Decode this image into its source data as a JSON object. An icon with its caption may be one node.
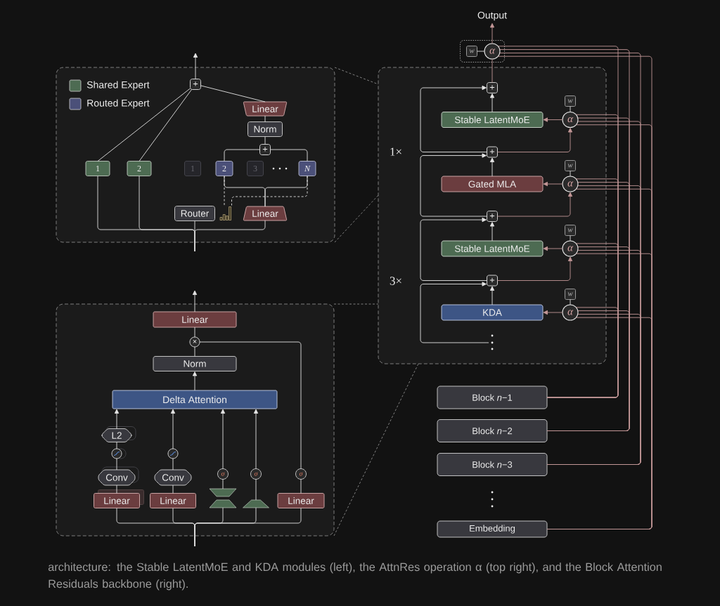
{
  "diagram": {
    "caption": "architecture: the Stable LatentMoE and KDA modules (left), the AttnRes operation α (top right), and the Block Attention Residuals backbone (right).",
    "nodes": [
      {
        "text": [],
        "shape": "box"
      },
      {
        "text": [
          "+"
        ],
        "in": 0
      },
      {
        "text": [
          "1"
        ],
        "in": 0
      },
      {
        "text": [
          "2"
        ],
        "in": 0
      },
      {
        "text": [
          "1"
        ],
        "in": 0
      },
      {
        "text": [
          "2"
        ],
        "in": 0
      },
      {
        "text": [
          "3"
        ],
        "in": 0
      },
      {
        "text": [
          "N"
        ],
        "in": 0
      },
      {
        "text": [
          "+"
        ],
        "in": 0
      },
      {
        "text": [
          "Norm"
        ],
        "in": 0
      },
      {
        "text": [
          "Linear"
        ],
        "in": 0
      },
      {
        "text": [
          "Router"
        ],
        "in": 0
      },
      {
        "text": [],
        "shape": "picture",
        "in": 0
      },
      {
        "text": [
          "Linear"
        ],
        "in": 0
      },
      {
        "text": [],
        "shape": "box"
      },
      {
        "text": [
          "Linear"
        ],
        "in": 14
      },
      {
        "text": [
          "×"
        ],
        "in": 14
      },
      {
        "text": [
          "Norm"
        ],
        "in": 14
      },
      {
        "text": [
          "Delta Attention"
        ],
        "in": 14
      },
      {
        "text": [
          "L2"
        ],
        "in": 14
      },
      {
        "text": [],
        "shape": "circle",
        "in": 14
      },
      {
        "text": [
          "Conv"
        ],
        "in": 14
      },
      {
        "text": [
          "Linear"
        ],
        "in": 14
      },
      {
        "text": [],
        "shape": "circle",
        "in": 14
      },
      {
        "text": [
          "Conv"
        ],
        "in": 14
      },
      {
        "text": [
          "Linear"
        ],
        "in": 14
      },
      {
        "text": [
          "σ"
        ],
        "in": 14
      },
      {
        "text": [],
        "shape": "hourglass",
        "in": 14
      },
      {
        "text": [
          "σ"
        ],
        "in": 14
      },
      {
        "text": [],
        "shape": "trapezoid",
        "in": 14
      },
      {
        "text": [
          "σ"
        ],
        "in": 14
      },
      {
        "text": [
          "Linear"
        ],
        "in": 14
      },
      {
        "text": [
          "Output"
        ]
      },
      {
        "text": [],
        "shape": "box"
      },
      {
        "text": [
          "w"
        ],
        "in": 33
      },
      {
        "text": [
          "α"
        ],
        "in": 33
      },
      {
        "text": [],
        "shape": "box"
      },
      {
        "text": [
          "+"
        ],
        "in": 36
      },
      {
        "text": [
          "w"
        ],
        "in": 36
      },
      {
        "text": [
          "Stable LatentMoE"
        ],
        "in": 36
      },
      {
        "text": [
          "α"
        ],
        "in": 36
      },
      {
        "text": [
          "+"
        ],
        "in": 36
      },
      {
        "text": [
          "w"
        ],
        "in": 36
      },
      {
        "text": [
          "Gated MLA"
        ],
        "in": 36
      },
      {
        "text": [
          "α"
        ],
        "in": 36
      },
      {
        "text": [
          "+"
        ],
        "in": 36
      },
      {
        "text": [
          "w"
        ],
        "in": 36
      },
      {
        "text": [
          "Stable LatentMoE"
        ],
        "in": 36
      },
      {
        "text": [
          "α"
        ],
        "in": 36
      },
      {
        "text": [
          "+"
        ],
        "in": 36
      },
      {
        "text": [
          "w"
        ],
        "in": 36
      },
      {
        "text": [
          "KDA"
        ],
        "in": 36
      },
      {
        "text": [
          "α"
        ],
        "in": 36
      },
      {
        "text": [
          "Block *n*−1"
        ]
      },
      {
        "text": [
          "Block *n*−2"
        ]
      },
      {
        "text": [
          "Block *n*−3"
        ]
      },
      {
        "text": [
          "Embedding"
        ]
      }
    ],
    "edges": [
      {
        "from": null,
        "to": 11,
        "arrow": "none"
      },
      {
        "from": null,
        "to": 2,
        "arrow": "none"
      },
      {
        "from": null,
        "to": 3,
        "arrow": "none"
      },
      {
        "from": null,
        "to": 13,
        "arrow": "none"
      },
      {
        "from": 2,
        "to": 1,
        "arrow": "none"
      },
      {
        "from": 3,
        "to": 1,
        "arrow": "none"
      },
      {
        "from": 10,
        "to": 1,
        "arrow": "none"
      },
      {
        "from": 9,
        "to": 10,
        "arrow": "none"
      },
      {
        "from": 8,
        "to": 9,
        "arrow": "none"
      },
      {
        "from": 5,
        "to": 8,
        "arrow": "none"
      },
      {
        "from": 7,
        "to": 8,
        "arrow": "none"
      },
      {
        "from": 13,
        "to": 5,
        "arrow": "none"
      },
      {
        "from": 13,
        "to": 7,
        "arrow": "none"
      },
      {
        "from": 5,
        "to": 12,
        "arrow": "none",
        "style": "dashed"
      },
      {
        "from": 7,
        "to": 12,
        "arrow": "none",
        "style": "dashed"
      },
      {
        "from": 1,
        "to": null,
        "arrow": "to"
      },
      {
        "from": null,
        "to": 22,
        "arrow": "none"
      },
      {
        "from": null,
        "to": 25,
        "arrow": "none"
      },
      {
        "from": null,
        "to": 27,
        "arrow": "none"
      },
      {
        "from": null,
        "to": 29,
        "arrow": "none"
      },
      {
        "from": null,
        "to": 31,
        "arrow": "none"
      },
      {
        "from": 22,
        "to": 21,
        "arrow": "none"
      },
      {
        "from": 21,
        "to": 20,
        "arrow": "none"
      },
      {
        "from": 20,
        "to": 19,
        "arrow": "none"
      },
      {
        "from": 19,
        "to": 18,
        "arrow": "to"
      },
      {
        "from": 25,
        "to": 24,
        "arrow": "none"
      },
      {
        "from": 24,
        "to": 23,
        "arrow": "none"
      },
      {
        "from": 23,
        "to": 18,
        "arrow": "to"
      },
      {
        "from": 27,
        "to": 26,
        "arrow": "none"
      },
      {
        "from": 26,
        "to": 18,
        "arrow": "to"
      },
      {
        "from": 29,
        "to": 28,
        "arrow": "none"
      },
      {
        "from": 28,
        "to": 18,
        "arrow": "to"
      },
      {
        "from": 31,
        "to": 30,
        "arrow": "none"
      },
      {
        "from": 30,
        "to": 16,
        "arrow": "none"
      },
      {
        "from": 18,
        "to": 17,
        "arrow": "to"
      },
      {
        "from": 17,
        "to": 16,
        "arrow": "none"
      },
      {
        "from": 16,
        "to": 15,
        "arrow": "none"
      },
      {
        "from": 15,
        "to": null,
        "arrow": "to"
      },
      {
        "from": 35,
        "to": 32,
        "arrow": "to",
        "color": "#c29696"
      },
      {
        "from": 34,
        "to": 35,
        "arrow": "none"
      },
      {
        "from": 37,
        "to": 35,
        "arrow": "none",
        "color": "#c29696"
      },
      {
        "from": 39,
        "to": 37,
        "arrow": "to"
      },
      {
        "from": 41,
        "to": 37,
        "arrow": "to"
      },
      {
        "from": 41,
        "to": 40,
        "arrow": "to",
        "color": "#c29696"
      },
      {
        "from": 38,
        "to": 40,
        "arrow": "none"
      },
      {
        "from": 40,
        "to": 39,
        "arrow": "to",
        "color": "#c29696"
      },
      {
        "from": 43,
        "to": 41,
        "arrow": "to"
      },
      {
        "from": 45,
        "to": 41,
        "arrow": "to"
      },
      {
        "from": 45,
        "to": 44,
        "arrow": "to",
        "color": "#c29696"
      },
      {
        "from": 42,
        "to": 44,
        "arrow": "none"
      },
      {
        "from": 44,
        "to": 43,
        "arrow": "to",
        "color": "#c29696"
      },
      {
        "from": 47,
        "to": 45,
        "arrow": "to"
      },
      {
        "from": 49,
        "to": 45,
        "arrow": "to"
      },
      {
        "from": 49,
        "to": 48,
        "arrow": "to",
        "color": "#c29696"
      },
      {
        "from": 46,
        "to": 48,
        "arrow": "none"
      },
      {
        "from": 48,
        "to": 47,
        "arrow": "to",
        "color": "#c29696"
      },
      {
        "from": 51,
        "to": 49,
        "arrow": "to"
      },
      {
        "from": null,
        "to": 49,
        "arrow": "to"
      },
      {
        "from": 50,
        "to": 52,
        "arrow": "none"
      },
      {
        "from": 52,
        "to": 51,
        "arrow": "to",
        "color": "#c29696"
      },
      {
        "from": 53,
        "to": 35,
        "arrow": "none",
        "color": "#c29696"
      },
      {
        "from": 53,
        "to": 40,
        "arrow": "none",
        "color": "#c29696"
      },
      {
        "from": 53,
        "to": 44,
        "arrow": "none",
        "color": "#c29696"
      },
      {
        "from": 53,
        "to": 48,
        "arrow": "none",
        "color": "#c29696"
      },
      {
        "from": 53,
        "to": 52,
        "arrow": "none",
        "color": "#c29696"
      },
      {
        "from": 54,
        "to": 35,
        "arrow": "none",
        "color": "#c29696"
      },
      {
        "from": 54,
        "to": 40,
        "arrow": "none",
        "color": "#c29696"
      },
      {
        "from": 54,
        "to": 44,
        "arrow": "none",
        "color": "#c29696"
      },
      {
        "from": 54,
        "to": 48,
        "arrow": "none",
        "color": "#c29696"
      },
      {
        "from": 54,
        "to": 52,
        "arrow": "none",
        "color": "#c29696"
      },
      {
        "from": 55,
        "to": 35,
        "arrow": "none",
        "color": "#c29696"
      },
      {
        "from": 55,
        "to": 40,
        "arrow": "none",
        "color": "#c29696"
      },
      {
        "from": 55,
        "to": 44,
        "arrow": "none",
        "color": "#c29696"
      },
      {
        "from": 55,
        "to": 48,
        "arrow": "none",
        "color": "#c29696"
      },
      {
        "from": 55,
        "to": 52,
        "arrow": "none",
        "color": "#c29696"
      },
      {
        "from": 56,
        "to": 35,
        "arrow": "none",
        "color": "#c29696"
      },
      {
        "from": 56,
        "to": 40,
        "arrow": "none",
        "color": "#c29696"
      },
      {
        "from": 56,
        "to": 44,
        "arrow": "none",
        "color": "#c29696"
      },
      {
        "from": 56,
        "to": 48,
        "arrow": "none",
        "color": "#c29696"
      },
      {
        "from": 56,
        "to": 52,
        "arrow": "none",
        "color": "#c29696"
      },
      {
        "from": 0,
        "to": 36,
        "arrow": "none",
        "style": "dashed",
        "color": "#8a8a8a"
      },
      {
        "from": 0,
        "to": 36,
        "arrow": "none",
        "style": "dashed",
        "color": "#8a8a8a"
      },
      {
        "from": 14,
        "to": 36,
        "arrow": "none",
        "style": "dashed",
        "color": "#8a8a8a"
      },
      {
        "from": 14,
        "to": 36,
        "arrow": "none",
        "style": "dashed",
        "color": "#8a8a8a"
      }
    ],
    "labels": [
      "1×",
      "3×"
    ],
    "legend": [
      {
        "text": "Shared Expert",
        "color": "#4d6b52"
      },
      {
        "text": "Routed Expert",
        "color": "#4b5079"
      }
    ]
  }
}
